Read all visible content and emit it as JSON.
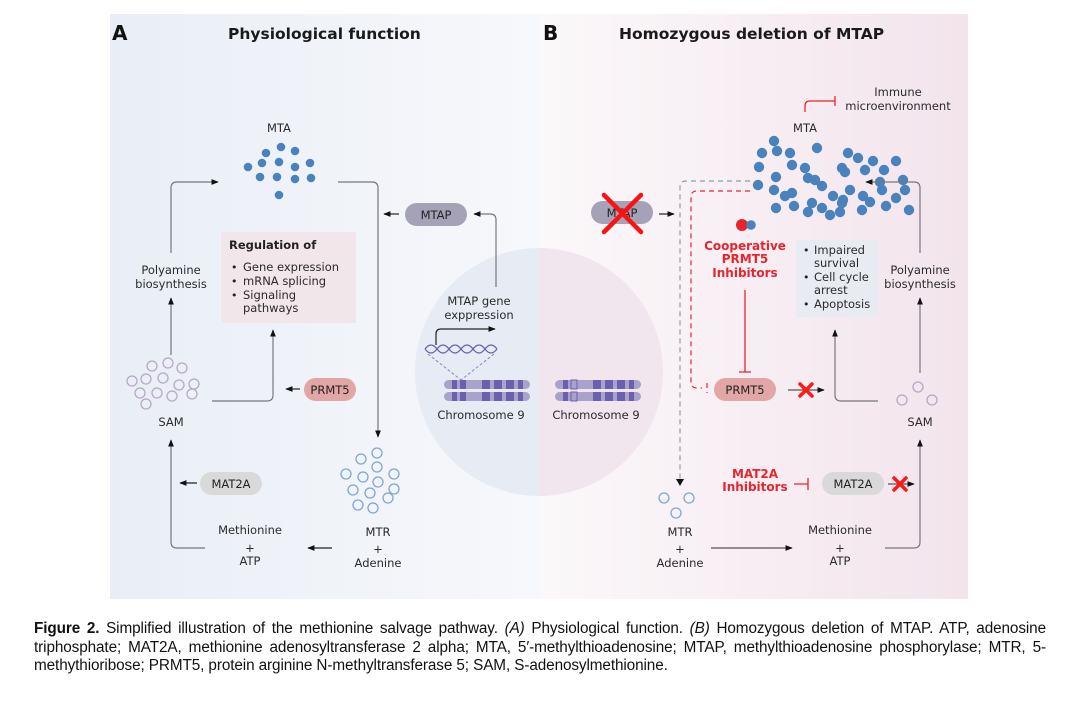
{
  "panel_a": {
    "letter": "A",
    "title": "Physiological function",
    "mta_label": "MTA",
    "mtap_label": "MTAP",
    "regulation_title": "Regulation of",
    "regulation_items": [
      "Gene expression",
      "mRNA splicing",
      "Signaling",
      "pathways"
    ],
    "polyamine_line1": "Polyamine",
    "polyamine_line2": "biosynthesis",
    "prmt5_label": "PRMT5",
    "sam_label": "SAM",
    "mat2a_label": "MAT2A",
    "methionine_label": "Methionine",
    "plus": "+",
    "atp_label": "ATP",
    "mtr_label": "MTR",
    "adenine_label": "Adenine",
    "gene_expr_line1": "MTAP gene",
    "gene_expr_line2": "exppression",
    "chromosome_label": "Chromosome 9"
  },
  "panel_b": {
    "letter": "B",
    "title": "Homozygous deletion of MTAP",
    "mta_label": "MTA",
    "immune_line1": "Immune",
    "immune_line2": "microenvironment",
    "mtap_label": "MTAP",
    "coop_line1": "Cooperative",
    "coop_line2": "PRMT5",
    "coop_line3": "Inhibitors",
    "outcomes": [
      "Impaired",
      "survival",
      "Cell cycle",
      "arrest",
      "Apoptosis"
    ],
    "polyamine_line1": "Polyamine",
    "polyamine_line2": "biosynthesis",
    "prmt5_label": "PRMT5",
    "sam_label": "SAM",
    "mat2a_inh_line1": "MAT2A",
    "mat2a_inh_line2": "Inhibitors",
    "mat2a_label": "MAT2A",
    "mtr_label": "MTR",
    "plus": "+",
    "adenine_label": "Adenine",
    "methionine_label": "Methionine",
    "atp_label": "ATP",
    "chromosome_label": "Chromosome 9"
  },
  "colors": {
    "mta_blue": "#4a82bd",
    "sam_purple": "#b9a6c9",
    "mtr_blue": "#7ea7d6",
    "mtap_pill": "#a5a2b8",
    "prmt5_pill": "#e3a6a6",
    "mat2a_pill": "#d9d9d9",
    "inhibitor_red": "#e8252e",
    "chromosome": "#6b5fb0"
  },
  "caption": {
    "label": "Figure 2.",
    "text_1": " Simplified illustration of the methionine salvage pathway. ",
    "a_ref": "(A)",
    "text_2": " Physiological function. ",
    "b_ref": "(B)",
    "text_3": " Homozygous deletion of MTAP. ATP, adenosine triphosphate; MAT2A, methionine adenosyltransferase 2 alpha; MTA, 5′-methylthioadenosine; MTAP, methylthioadenosine phosphorylase; MTR, 5-methythioribose; PRMT5, protein arginine N-methyltransferase 5; SAM, S-adenosylmethionine."
  }
}
